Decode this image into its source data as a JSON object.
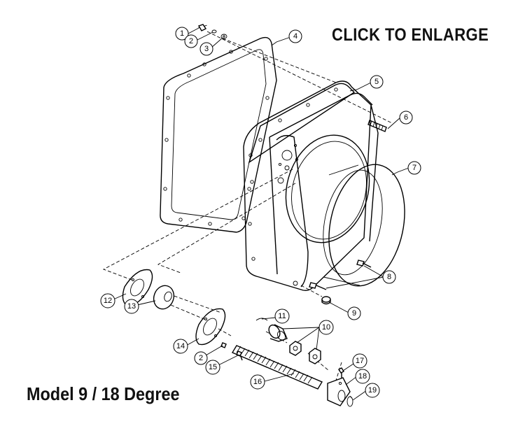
{
  "header": {
    "enlarge_label": "CLICK TO ENLARGE"
  },
  "caption": {
    "model_label": "Model 9 / 18 Degree"
  },
  "callouts": [
    {
      "id": "c1",
      "label": "1"
    },
    {
      "id": "c2a",
      "label": "2"
    },
    {
      "id": "c3",
      "label": "3"
    },
    {
      "id": "c4",
      "label": "4"
    },
    {
      "id": "c5",
      "label": "5"
    },
    {
      "id": "c6",
      "label": "6"
    },
    {
      "id": "c7",
      "label": "7"
    },
    {
      "id": "c8",
      "label": "8"
    },
    {
      "id": "c9",
      "label": "9"
    },
    {
      "id": "c10",
      "label": "10"
    },
    {
      "id": "c11",
      "label": "11"
    },
    {
      "id": "c12",
      "label": "12"
    },
    {
      "id": "c13",
      "label": "13"
    },
    {
      "id": "c14",
      "label": "14"
    },
    {
      "id": "c2b",
      "label": "2"
    },
    {
      "id": "c15",
      "label": "15"
    },
    {
      "id": "c16",
      "label": "16"
    },
    {
      "id": "c17",
      "label": "17"
    },
    {
      "id": "c18",
      "label": "18"
    },
    {
      "id": "c19",
      "label": "19"
    }
  ]
}
